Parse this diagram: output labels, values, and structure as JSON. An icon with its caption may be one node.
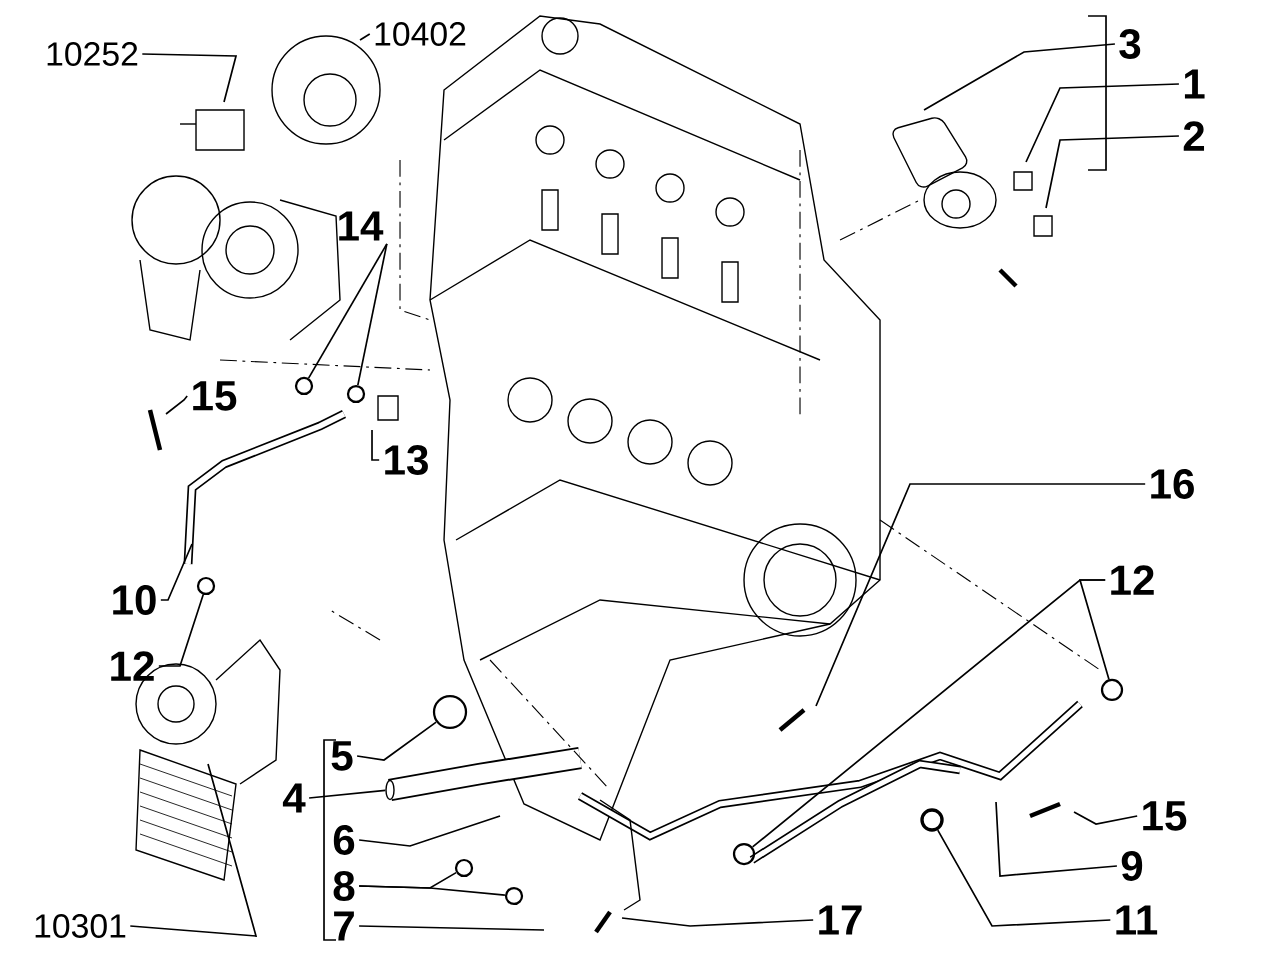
{
  "diagram": {
    "nodes": [
      {
        "text": [
          "10252"
        ]
      },
      {
        "text": [
          "10402"
        ]
      },
      {
        "text": [
          "3"
        ]
      },
      {
        "text": [
          "1"
        ]
      },
      {
        "text": [
          "2"
        ]
      },
      {
        "text": [
          "14"
        ]
      },
      {
        "text": [
          "15"
        ]
      },
      {
        "text": [
          "13"
        ]
      },
      {
        "text": [
          "16"
        ]
      },
      {
        "text": [
          "10"
        ]
      },
      {
        "text": [
          "12"
        ]
      },
      {
        "text": [
          "12"
        ]
      },
      {
        "text": [
          "5"
        ]
      },
      {
        "text": [
          "4"
        ]
      },
      {
        "text": [
          "6"
        ]
      },
      {
        "text": [
          "8"
        ]
      },
      {
        "text": [
          "7"
        ]
      },
      {
        "text": [
          "10301"
        ]
      },
      {
        "text": [
          "15"
        ]
      },
      {
        "text": [
          "9"
        ]
      },
      {
        "text": [
          "11"
        ]
      },
      {
        "text": [
          "17"
        ]
      },
      {
        "text": [],
        "shape": "circle"
      },
      {
        "text": [],
        "shape": "circle"
      },
      {
        "text": [],
        "shape": "circle"
      },
      {
        "text": [],
        "shape": "circle"
      },
      {
        "text": [],
        "shape": "circle"
      },
      {
        "text": [],
        "shape": "circle"
      },
      {
        "text": [],
        "shape": "circle"
      },
      {
        "text": [],
        "shape": "circle"
      },
      {
        "text": [],
        "shape": "circle"
      },
      {
        "text": [],
        "shape": "cylinder"
      }
    ],
    "edges": [
      {
        "from": 0,
        "to": null,
        "arrow": "none"
      },
      {
        "from": 1,
        "to": null,
        "arrow": "none"
      },
      {
        "from": 2,
        "to": null,
        "arrow": "none"
      },
      {
        "from": 3,
        "to": null,
        "arrow": "none"
      },
      {
        "from": 4,
        "to": null,
        "arrow": "none"
      },
      {
        "from": 5,
        "to": 23,
        "arrow": "none"
      },
      {
        "from": 5,
        "to": 24,
        "arrow": "none"
      },
      {
        "from": 6,
        "to": null,
        "arrow": "none"
      },
      {
        "from": 7,
        "to": null,
        "arrow": "none"
      },
      {
        "from": 8,
        "to": null,
        "arrow": "none"
      },
      {
        "from": 9,
        "to": null,
        "arrow": "none"
      },
      {
        "from": 10,
        "to": 22,
        "arrow": "none"
      },
      {
        "from": 11,
        "to": 30,
        "arrow": "none"
      },
      {
        "from": 11,
        "to": 28,
        "arrow": "none"
      },
      {
        "from": 12,
        "to": 25,
        "arrow": "none"
      },
      {
        "from": 13,
        "to": 31,
        "arrow": "none"
      },
      {
        "from": 14,
        "to": null,
        "arrow": "none"
      },
      {
        "from": 15,
        "to": 26,
        "arrow": "none"
      },
      {
        "from": 15,
        "to": 27,
        "arrow": "none"
      },
      {
        "from": 16,
        "to": null,
        "arrow": "none"
      },
      {
        "from": 17,
        "to": null,
        "arrow": "none"
      },
      {
        "from": 18,
        "to": null,
        "arrow": "none"
      },
      {
        "from": 19,
        "to": null,
        "arrow": "none"
      },
      {
        "from": 20,
        "to": 29,
        "arrow": "none"
      },
      {
        "from": 21,
        "to": null,
        "arrow": "none"
      }
    ]
  }
}
